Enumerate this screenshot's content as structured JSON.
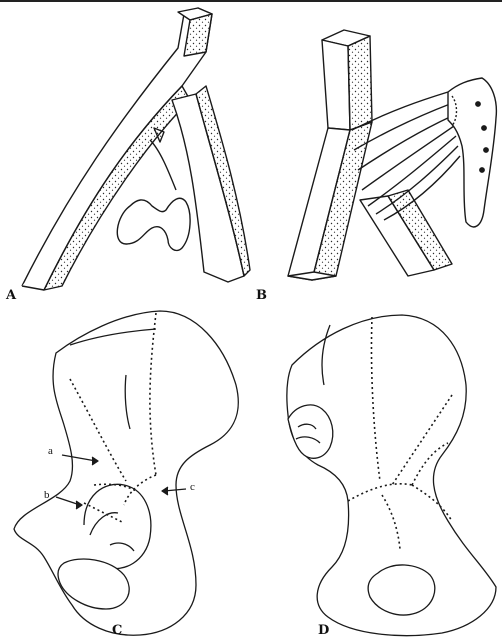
{
  "figure": {
    "panels": [
      {
        "id": "A",
        "label": "A"
      },
      {
        "id": "B",
        "label": "B"
      },
      {
        "id": "C",
        "label": "C"
      },
      {
        "id": "D",
        "label": "D"
      }
    ],
    "annotations": [
      {
        "id": "a",
        "label": "a"
      },
      {
        "id": "b",
        "label": "b"
      },
      {
        "id": "c",
        "label": "c"
      }
    ]
  },
  "colors": {
    "ink": "#1a1a1a",
    "paper": "#ffffff",
    "stipple": "#2b2b2b"
  }
}
